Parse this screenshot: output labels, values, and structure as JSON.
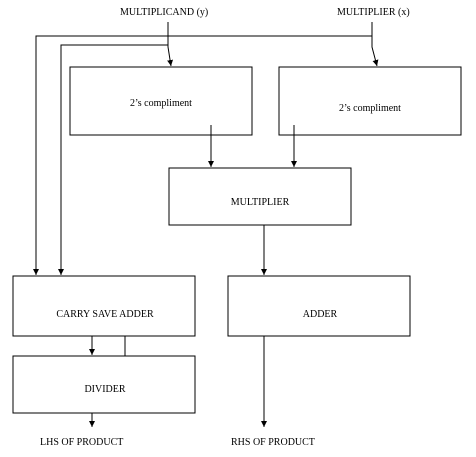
{
  "inputs": {
    "multiplicand": "MULTIPLICAND (y)",
    "multiplier": "MULTIPLIER (x)"
  },
  "blocks": {
    "twos_complement_left": "2’s compliment",
    "twos_complement_right": "2’s compliment",
    "multiplier": "MULTIPLIER",
    "carry_save_adder": "CARRY SAVE ADDER",
    "adder": "ADDER",
    "divider": "DIVIDER"
  },
  "outputs": {
    "lhs": "LHS OF PRODUCT",
    "rhs": "RHS OF PRODUCT"
  }
}
